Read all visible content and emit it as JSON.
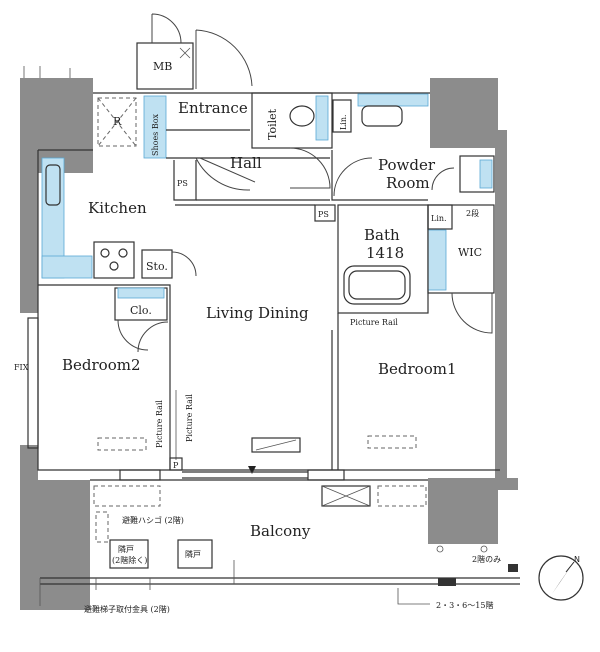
{
  "labels": {
    "mb": "MB",
    "entrance": "Entrance",
    "toilet": "Toilet",
    "lin_top": "Lin.",
    "shoes_box": "Shoes Box",
    "hall": "Hall",
    "ps1": "PS",
    "ps2": "PS",
    "powder_room_1": "Powder",
    "powder_room_2": "Room",
    "kitchen": "Kitchen",
    "bath": "Bath",
    "bath_size": "1418",
    "lin_wic": "Lin.",
    "wic": "WIC",
    "floor2": "2段",
    "sto": "Sto.",
    "clo": "Clo.",
    "living_dining": "Living Dining",
    "picture_rail_bath": "Picture Rail",
    "bedroom2": "Bedroom2",
    "bedroom1": "Bedroom1",
    "picture_rail_left": "Picture Rail",
    "picture_rail_mid": "Picture Rail",
    "fix": "FIX",
    "r_mark": "R",
    "p_mark": "P",
    "balcony": "Balcony",
    "escape_ladder": "避難ハシゴ (2階)",
    "unit_a_1": "隣戸",
    "unit_a_2": "(2階除く)",
    "unit_b": "隣戸",
    "floor2_only": "2階のみ",
    "ladder_mount": "避難梯子取付金具 (2階)",
    "floors_note": "2・3・6〜15階"
  }
}
